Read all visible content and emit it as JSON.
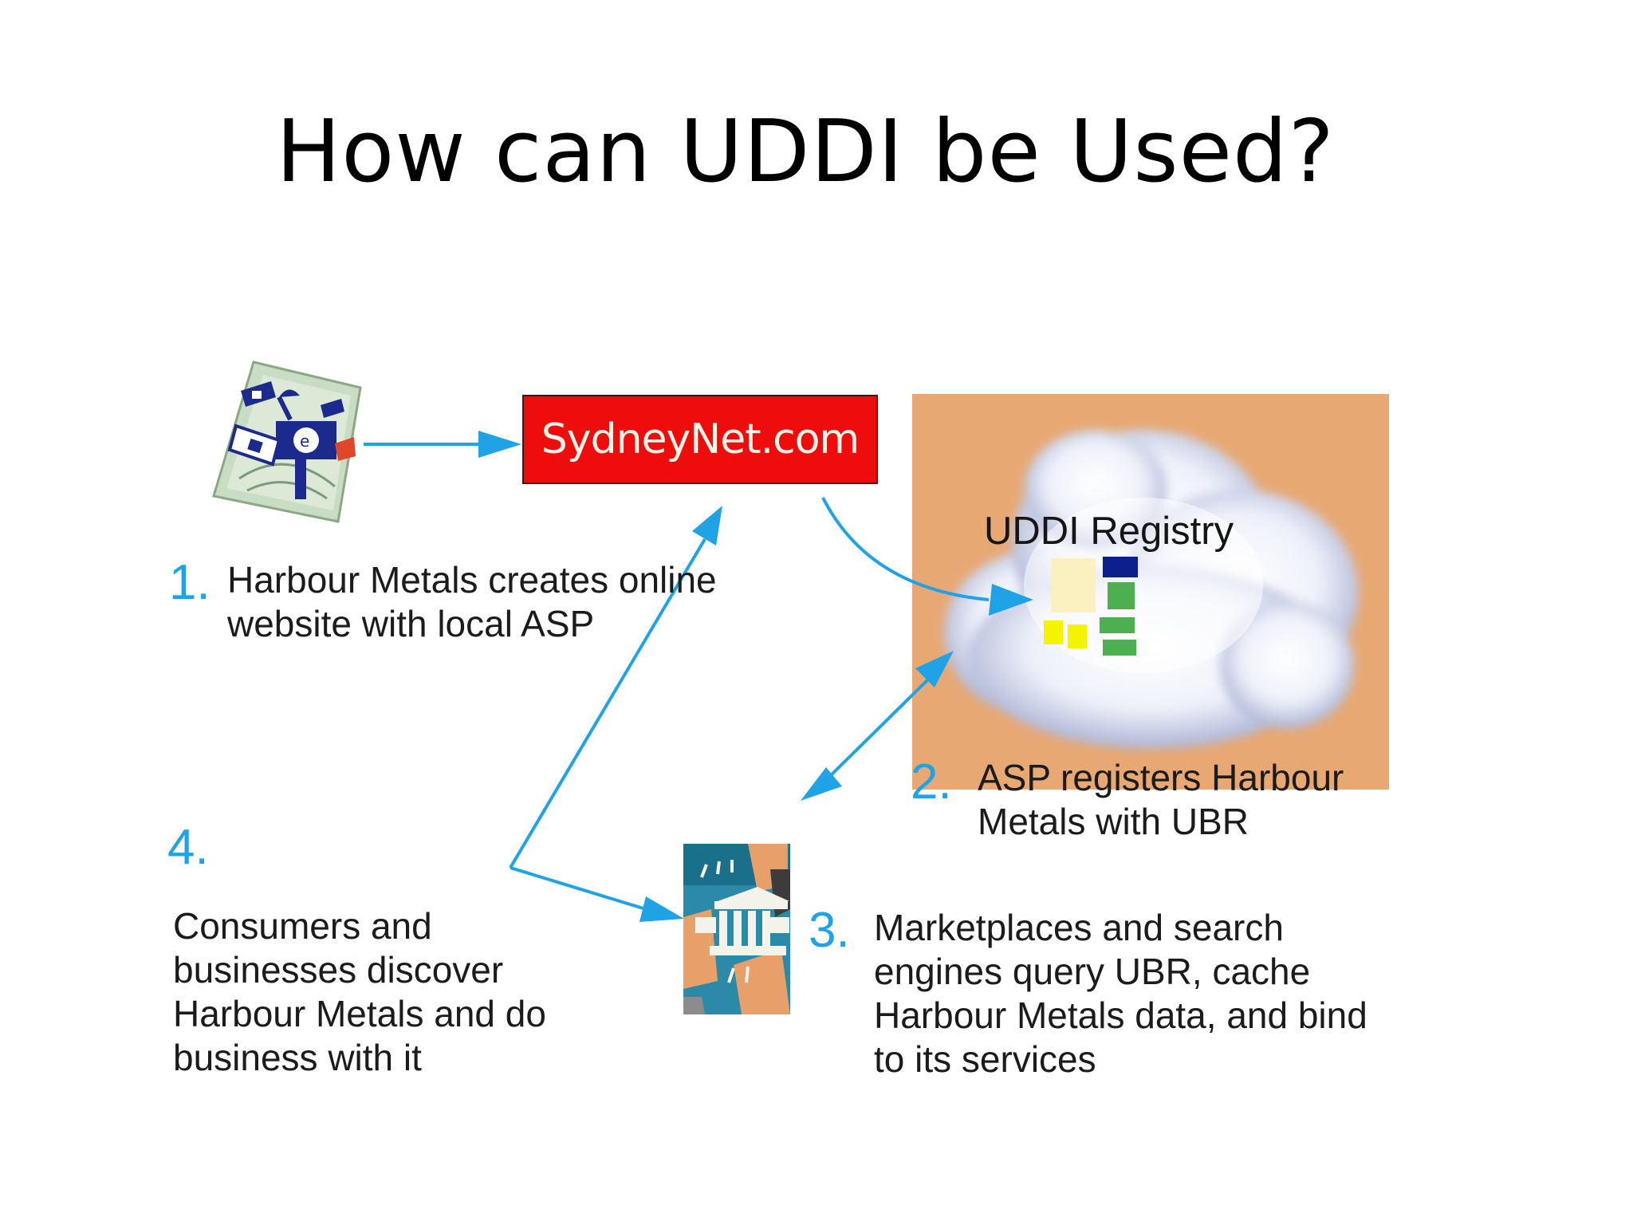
{
  "title": "How can UDDI be Used?",
  "website_label": "SydneyNet.com",
  "registry_label": "UDDI Registry",
  "steps": [
    {
      "number": "1.",
      "lines": [
        "Harbour Metals creates online",
        "website with local ASP"
      ]
    },
    {
      "number": "2.",
      "lines": [
        "ASP registers Harbour",
        "Metals with UBR"
      ]
    },
    {
      "number": "3.",
      "lines": [
        "Marketplaces and search",
        "engines query UBR, cache",
        "Harbour Metals data, and bind",
        "to its services"
      ]
    },
    {
      "number": "4.",
      "lines": [
        "Consumers and",
        "businesses discover",
        "Harbour Metals and do",
        "business with it"
      ]
    }
  ],
  "colors": {
    "arrow": "#1fa3e6",
    "website_box": "#ee0d0d",
    "registry_background": "#e8a873"
  }
}
